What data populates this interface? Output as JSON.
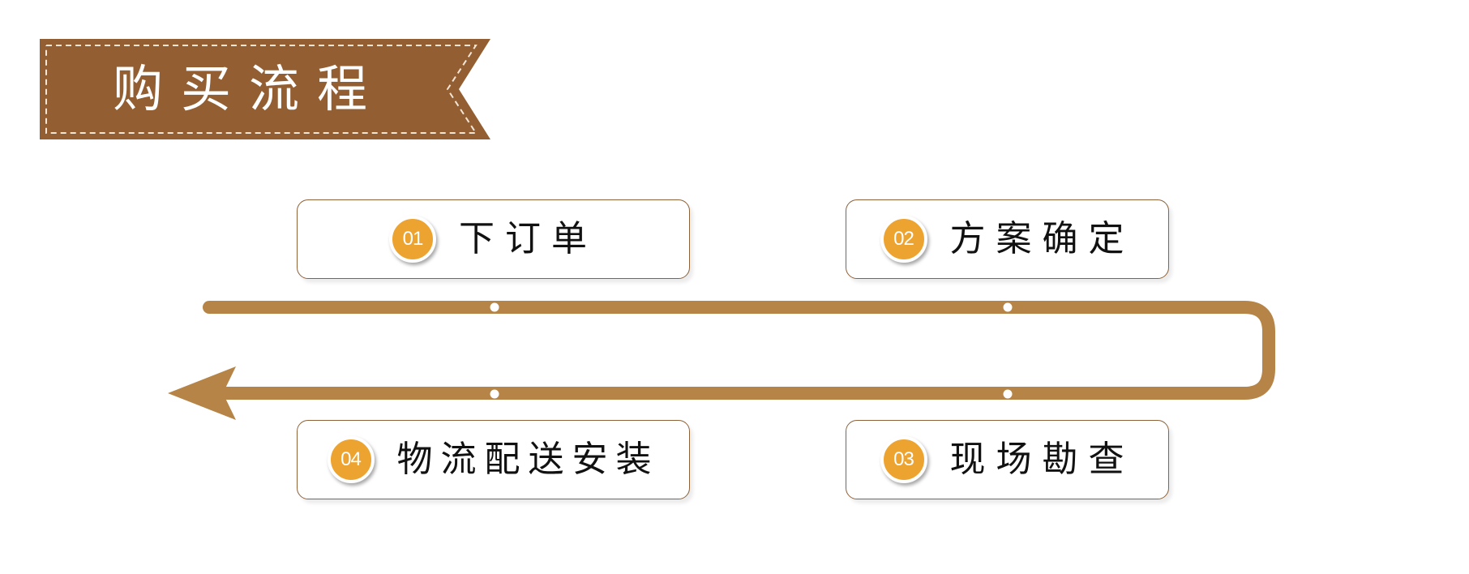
{
  "title": "购买流程",
  "colors": {
    "banner": "#935f32",
    "flow_line": "#b58446",
    "badge": "#eda32f",
    "box_border": "#8c6239"
  },
  "steps": [
    {
      "number": "01",
      "label": "下订单"
    },
    {
      "number": "02",
      "label": "方案确定"
    },
    {
      "number": "03",
      "label": "现场勘查"
    },
    {
      "number": "04",
      "label": "物流配送安装"
    }
  ],
  "flow": {
    "direction": "01 → 02 → 03 → 04 (arrow points left)",
    "connector_icon": "u-turn-arrow-icon"
  }
}
